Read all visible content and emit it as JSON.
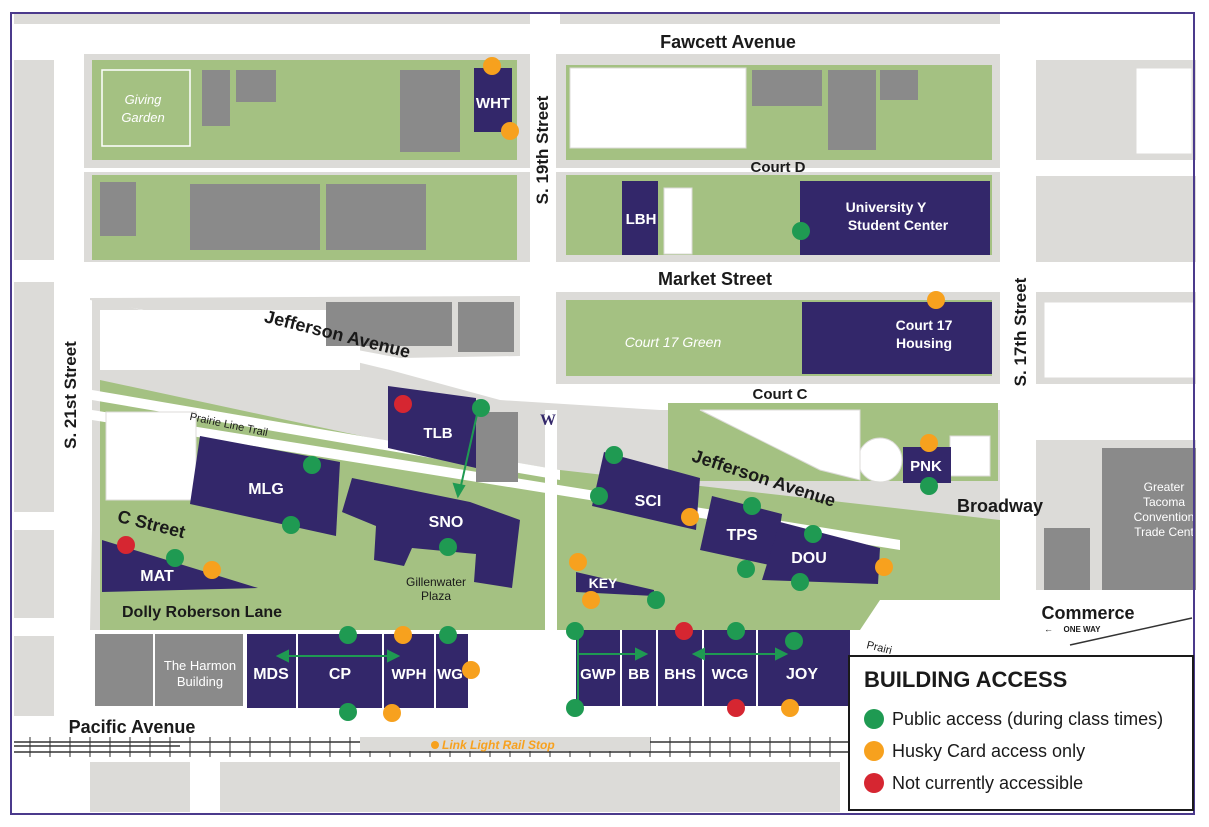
{
  "colors": {
    "building": "#33276a",
    "green": "#a4c182",
    "road": "#ffffff",
    "block": "#dcdbd8",
    "gray_building": "#8a8a8a",
    "public": "#1f9a52",
    "husky": "#f7a11e",
    "closed": "#d62631",
    "border": "#4b3a8c"
  },
  "streets": {
    "fawcett": "Fawcett Avenue",
    "s19": "S. 19th Street",
    "court_d": "Court D",
    "market": "Market Street",
    "jefferson_upper": "Jefferson Avenue",
    "jefferson_lower": "Jefferson Avenue",
    "s17": "S. 17th Street",
    "court_c": "Court C",
    "broadway": "Broadway",
    "s21": "S. 21st Street",
    "c_street": "C Street",
    "dolly": "Dolly Roberson Lane",
    "pacific": "Pacific Avenue",
    "commerce": "Commerce",
    "one_way": "ONE WAY",
    "prairie_line": "Prairie Line Trail",
    "prairie_stub": "Prairi"
  },
  "places": {
    "giving_garden": [
      "Giving",
      "Garden"
    ],
    "court17_green": "Court 17 Green",
    "gillenwater": [
      "Gillenwater",
      "Plaza"
    ],
    "harmon": [
      "The Harmon",
      "Building"
    ],
    "convention": [
      "Greater",
      "Tacoma",
      "Convention",
      "Trade Cent"
    ],
    "link_stop": "Link Light Rail Stop",
    "uw_logo": "W"
  },
  "buildings": {
    "wht": "WHT",
    "lbh": "LBH",
    "university_y": [
      "University Y",
      "Student Center"
    ],
    "court17_housing": [
      "Court 17",
      "Housing"
    ],
    "tlb": "TLB",
    "pnk": "PNK",
    "mlg": "MLG",
    "sno": "SNO",
    "sci": "SCI",
    "tps": "TPS",
    "dou": "DOU",
    "mat": "MAT",
    "key": "KEY",
    "mds": "MDS",
    "cp": "CP",
    "wph": "WPH",
    "wg": "WG",
    "gwp": "GWP",
    "bb": "BB",
    "bhs": "BHS",
    "wcg": "WCG",
    "joy": "JOY"
  },
  "legend": {
    "title": "BUILDING ACCESS",
    "items": [
      {
        "label": "Public access (during class times)",
        "color": "#1f9a52"
      },
      {
        "label": "Husky Card access only",
        "color": "#f7a11e"
      },
      {
        "label": "Not currently accessible",
        "color": "#d62631"
      }
    ]
  }
}
